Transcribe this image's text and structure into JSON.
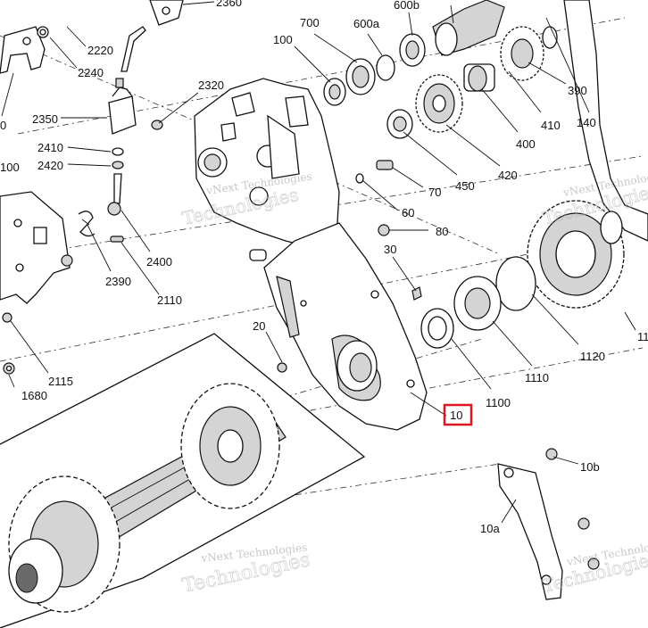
{
  "watermark": {
    "brand": "vNext Technologies",
    "word": "Technologies"
  },
  "selected_part": "10",
  "callouts": {
    "c10": "10",
    "c10a": "10a",
    "c10b": "10b",
    "c20": "20",
    "c30": "30",
    "c60": "60",
    "c70": "70",
    "c80": "80",
    "c100_top": "100",
    "c100_left": "100",
    "c140": "140",
    "c390": "390",
    "c400": "400",
    "c410": "410",
    "c420": "420",
    "c450": "450",
    "c600a": "600a",
    "c600b": "600b",
    "c700": "700",
    "c1100": "1100",
    "c1110": "1110",
    "c1120": "1120",
    "c1680": "1680",
    "c2110": "2110",
    "c2115": "2115",
    "c2220": "2220",
    "c2240": "2240",
    "c2320": "2320",
    "c2350": "2350",
    "c2360": "2360",
    "c2390": "2390",
    "c2400": "2400",
    "c2410": "2410",
    "c2420": "2420",
    "c_edge_left": "0",
    "c_edge_right": "11"
  }
}
